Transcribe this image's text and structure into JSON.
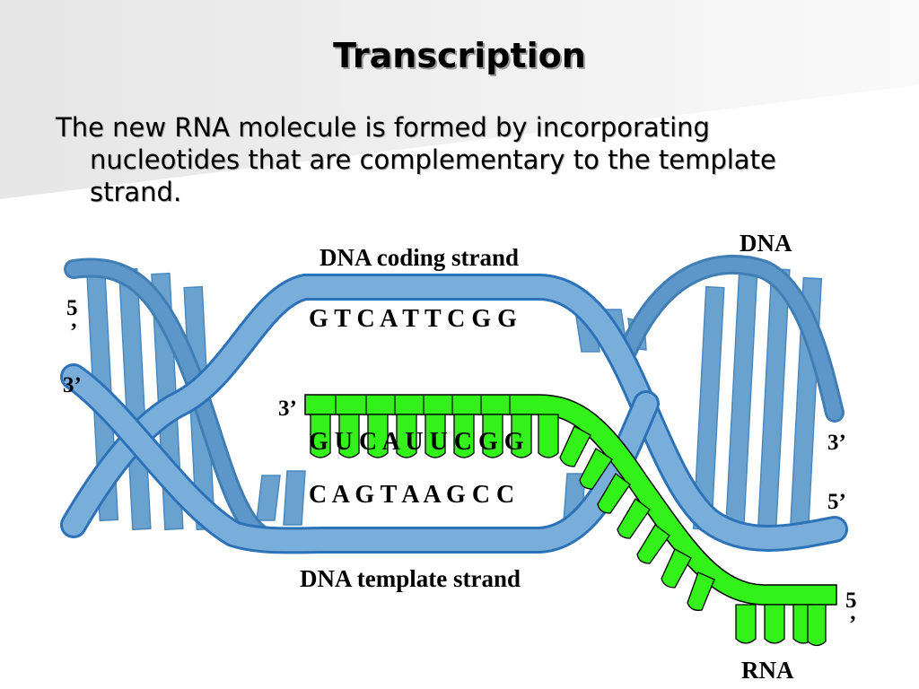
{
  "slide": {
    "title": "Transcription",
    "body": "The new RNA molecule is formed by incorporating nucleotides that are complementary to the template strand."
  },
  "diagram": {
    "label_dna": "DNA",
    "label_coding_strand": "DNA coding strand",
    "label_template_strand": "DNA template strand",
    "label_rna": "RNA",
    "coding_sequence": "G T C A T T C G G",
    "rna_sequence": "G U C A U U C G G",
    "template_sequence": "C A G T A A G C C",
    "left_5_prime": "5",
    "left_5_prime_mark": "’",
    "left_3_prime": "3’",
    "rna_3_prime": "3’",
    "right_3_prime": "3’",
    "right_5_prime": "5’",
    "rna_5_prime": "5",
    "rna_5_prime_mark": "’",
    "colors": {
      "dna_strand": "#6aa2cf",
      "dna_dark": "#3f7fb5",
      "dna_outline": "#2b72b8",
      "rna": "#33f21a",
      "rna_outline": "#000000"
    }
  }
}
